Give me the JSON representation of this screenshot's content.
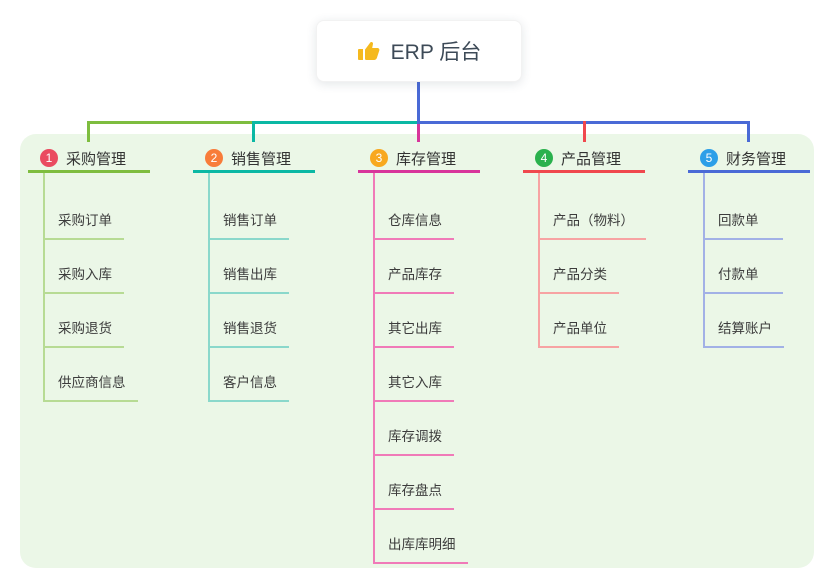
{
  "root": {
    "label": "ERP 后台",
    "icon": "thumbs-up-icon",
    "icon_color": "#f5b91e"
  },
  "branches": [
    {
      "num": "1",
      "label": "采购管理",
      "badge_color": "#ea4b60",
      "line_color": "#7ebd3f",
      "child_line_color": "#b7db94",
      "children": [
        "采购订单",
        "采购入库",
        "采购退货",
        "供应商信息"
      ]
    },
    {
      "num": "2",
      "label": "销售管理",
      "badge_color": "#f87c3a",
      "line_color": "#0bb8a4",
      "child_line_color": "#8ad8cb",
      "children": [
        "销售订单",
        "销售出库",
        "销售退货",
        "客户信息"
      ]
    },
    {
      "num": "3",
      "label": "库存管理",
      "badge_color": "#f8a81f",
      "line_color": "#d8359b",
      "child_line_color": "#f07ab8",
      "children": [
        "仓库信息",
        "产品库存",
        "其它出库",
        "其它入库",
        "库存调拨",
        "库存盘点",
        "出库库明细"
      ]
    },
    {
      "num": "4",
      "label": "产品管理",
      "badge_color": "#2ab14d",
      "line_color": "#f0484e",
      "child_line_color": "#f7a3a3",
      "children": [
        "产品（物料）",
        "产品分类",
        "产品单位"
      ]
    },
    {
      "num": "5",
      "label": "财务管理",
      "badge_color": "#2d9fe8",
      "line_color": "#4a6ad6",
      "child_line_color": "#a2b1e6",
      "children": [
        "回款单",
        "付款单",
        "结算账户"
      ]
    }
  ],
  "colors": {
    "panel_background": "#ebf7e7",
    "root_line": "#4a6ad6",
    "text": "#333333"
  }
}
